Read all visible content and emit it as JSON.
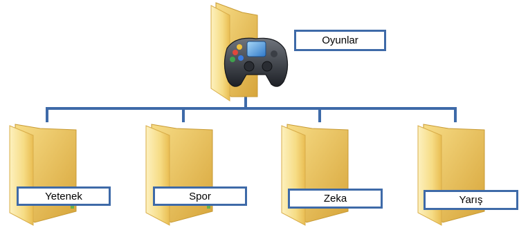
{
  "root": {
    "label": "Oyunlar",
    "icon": "game-folder-icon"
  },
  "children": [
    {
      "label": "Yetenek",
      "icon": "folder-icon"
    },
    {
      "label": "Spor",
      "icon": "folder-icon"
    },
    {
      "label": "Zeka",
      "icon": "folder-icon"
    },
    {
      "label": "Yarış",
      "icon": "folder-icon"
    }
  ],
  "colors": {
    "connector": "#3e6aa8",
    "label_border": "#3e6aa8",
    "folder_light": "#fbe9a6",
    "folder_mid": "#f4d16a",
    "folder_dark": "#d9a93a"
  }
}
